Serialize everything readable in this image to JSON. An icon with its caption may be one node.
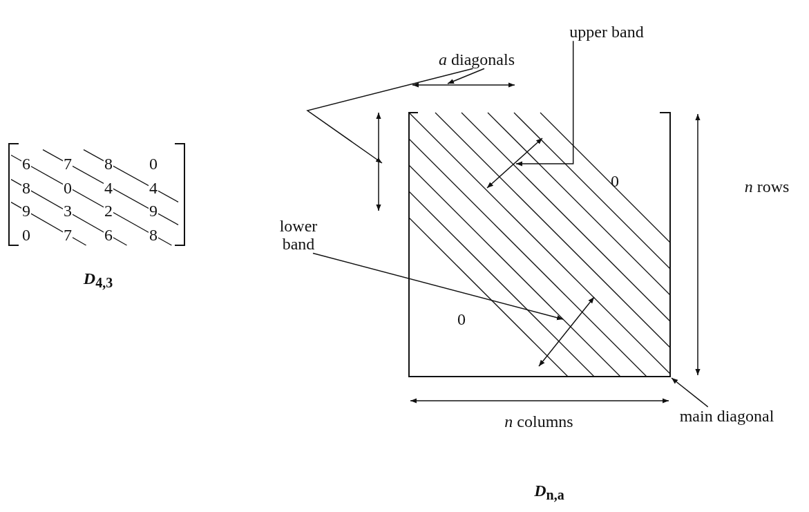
{
  "diagram": {
    "nodes": [
      {
        "text": [
          "*a* diagonals"
        ]
      },
      {
        "text": [
          "upper band"
        ]
      },
      {
        "text": [
          "lower band"
        ]
      },
      {
        "text": [
          "main diagonal"
        ]
      }
    ],
    "edges": [
      {
        "from": 0,
        "to": null,
        "arrow": "to"
      },
      {
        "from": 0,
        "to": null,
        "arrow": "to"
      },
      {
        "from": 1,
        "to": null,
        "arrow": "to"
      },
      {
        "from": 2,
        "to": null,
        "arrow": "to"
      },
      {
        "from": 3,
        "to": null,
        "arrow": "to"
      }
    ],
    "labels": [
      "6",
      "7",
      "8",
      "0",
      "8",
      "0",
      "4",
      "4",
      "9",
      "3",
      "2",
      "9",
      "0",
      "7",
      "6",
      "8",
      "*D*$_{4,3}$",
      "0",
      "0",
      "*n* rows",
      "*n* columns",
      "*D*$_{n,a}$"
    ]
  }
}
